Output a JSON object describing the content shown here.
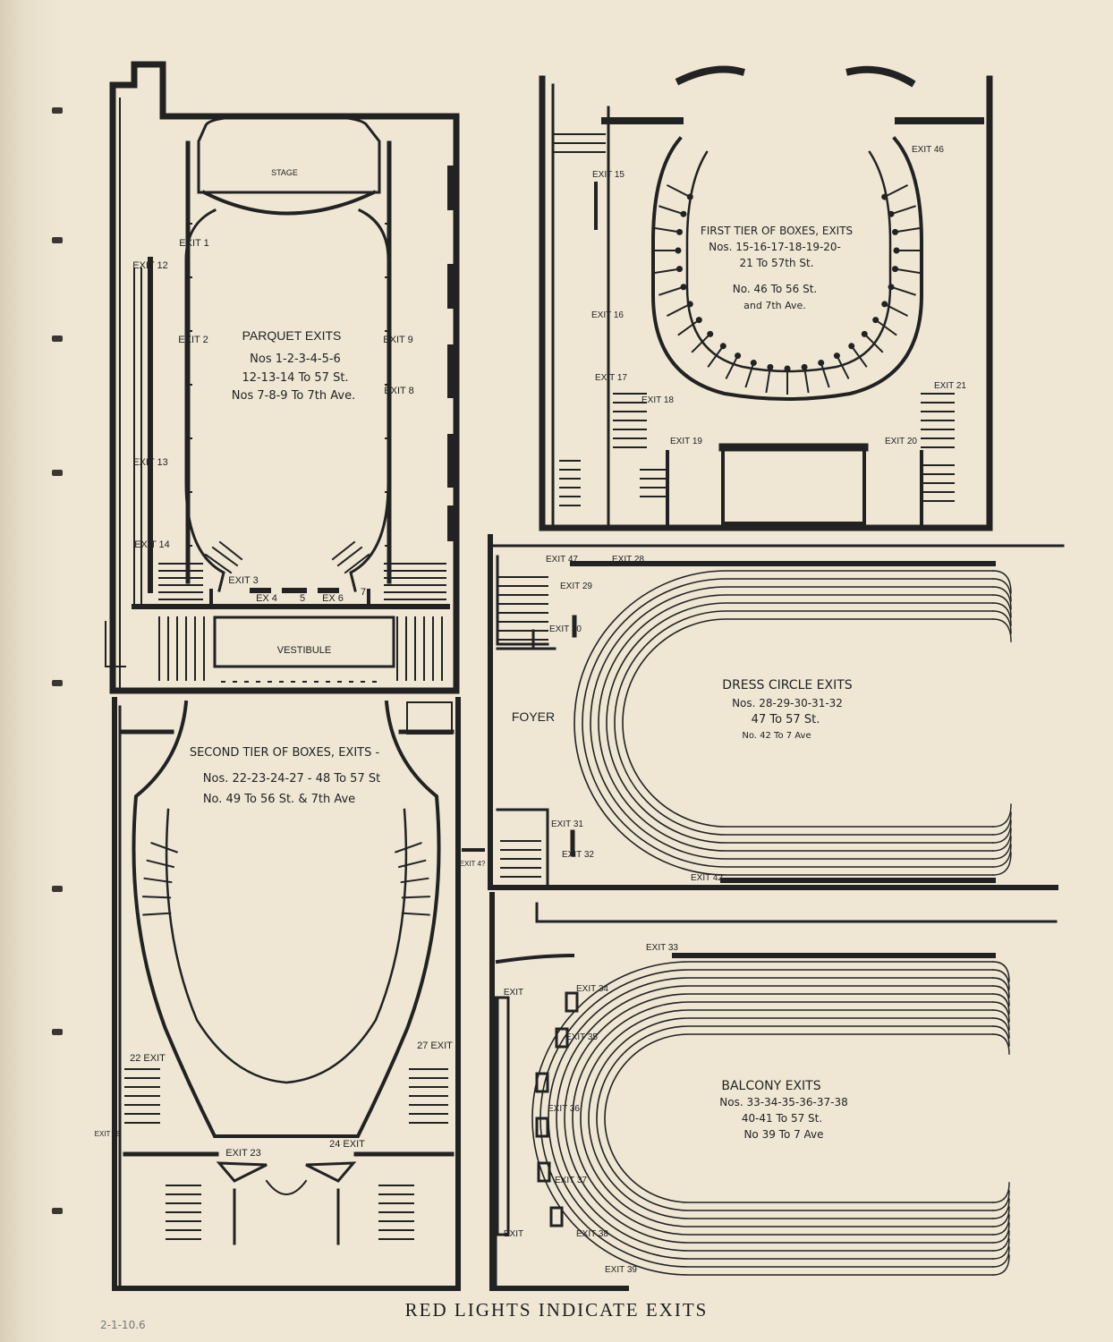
{
  "title": "RED LIGHTS INDICATE EXITS",
  "pencil_note": "2-1-10.6",
  "colors": {
    "ink": "#222222",
    "paper": "#efe7d4"
  },
  "parquet": {
    "stage": "STAGE",
    "heading": "PARQUET EXITS",
    "line1": "Nos 1-2-3-4-5-6",
    "line2": "12-13-14 To 57 St.",
    "line3": "Nos 7-8-9 To 7th Ave.",
    "vestibule": "VESTIBULE",
    "exits": [
      "EXIT 1",
      "EXIT 2",
      "EXIT 9",
      "EXIT 8",
      "EXIT 12",
      "EXIT 13",
      "EXIT 14",
      "EXIT 3",
      "EX 4",
      "5",
      "EX 6",
      "7"
    ]
  },
  "first_tier": {
    "heading": "FIRST TIER OF BOXES, EXITS",
    "line1": "Nos. 15-16-17-18-19-20-",
    "line2": "21 To 57th St.",
    "line3": "No. 46 To 56 St.",
    "line4": "and 7th Ave.",
    "exits": [
      "EXIT 15",
      "EXIT 16",
      "EXIT 17",
      "EXIT 18",
      "EXIT 19",
      "EXIT 20",
      "EXIT 46",
      "EXIT 21"
    ]
  },
  "second_tier": {
    "heading": "SECOND TIER OF BOXES, EXITS -",
    "line1": "Nos. 22-23-24-27 - 48 To 57 St",
    "line2": "No. 49 To 56 St. & 7th Ave",
    "exits": [
      "22 EXIT",
      "27 EXIT",
      "EXIT 23",
      "24 EXIT",
      "EXIT 48",
      "EXIT 4?"
    ]
  },
  "dress_circle": {
    "heading": "DRESS CIRCLE EXITS",
    "line1": "Nos. 28-29-30-31-32",
    "line2": "47 To 57 St.",
    "line3": "No. 42 To 7 Ave",
    "foyer": "FOYER",
    "exits": [
      "EXIT 47",
      "EXIT 28",
      "EXIT 29",
      "EXIT 30",
      "EXIT 31",
      "EXIT 32",
      "EXIT 42"
    ]
  },
  "balcony": {
    "heading": "BALCONY EXITS",
    "line1": "Nos. 33-34-35-36-37-38",
    "line2": "40-41 To 57 St.",
    "line3": "No 39 To 7 Ave",
    "exits": [
      "EXIT 33",
      "EXIT 34",
      "EXIT 35",
      "EXIT 36",
      "EXIT 37",
      "EXIT 38",
      "EXIT 39",
      "EXIT",
      "EXIT"
    ]
  }
}
